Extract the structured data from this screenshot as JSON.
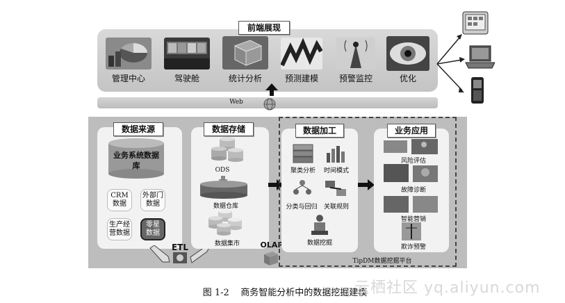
{
  "front": {
    "title": "前端展现",
    "items": [
      {
        "label": "管理中心",
        "icon": "pie-chart-icon"
      },
      {
        "label": "驾驶舱",
        "icon": "control-room-icon"
      },
      {
        "label": "统计分析",
        "icon": "cube-icon"
      },
      {
        "label": "预测建模",
        "icon": "wave-chart-icon"
      },
      {
        "label": "预警监控",
        "icon": "radar-icon"
      },
      {
        "label": "优化",
        "icon": "eye-icon"
      }
    ]
  },
  "web": {
    "label": "Web"
  },
  "source": {
    "title": "数据来源",
    "db_label": "业务系统数据库",
    "boxes": [
      "CRM数据",
      "外部门数据",
      "生产经营数据",
      "零星数据"
    ]
  },
  "storage": {
    "title": "数据存储",
    "ods": "ODS",
    "warehouse": "数据仓库",
    "mart": "数据集市"
  },
  "etl": {
    "label": "ETL"
  },
  "olap": {
    "label": "OLAP"
  },
  "processing": {
    "title": "数据加工",
    "items": [
      "聚类分析",
      "时间模式",
      "分类与回归",
      "关联规则",
      "数据挖掘"
    ]
  },
  "business": {
    "title": "业务应用",
    "items": [
      "风险评估",
      "故障诊断",
      "智能营销",
      "欺诈预警"
    ]
  },
  "platform": {
    "label": "TipDM数据挖掘平台"
  },
  "caption": "图 1-2    商务智能分析中的数据挖掘建模",
  "watermark": "云栖社区 yq.aliyun.com"
}
